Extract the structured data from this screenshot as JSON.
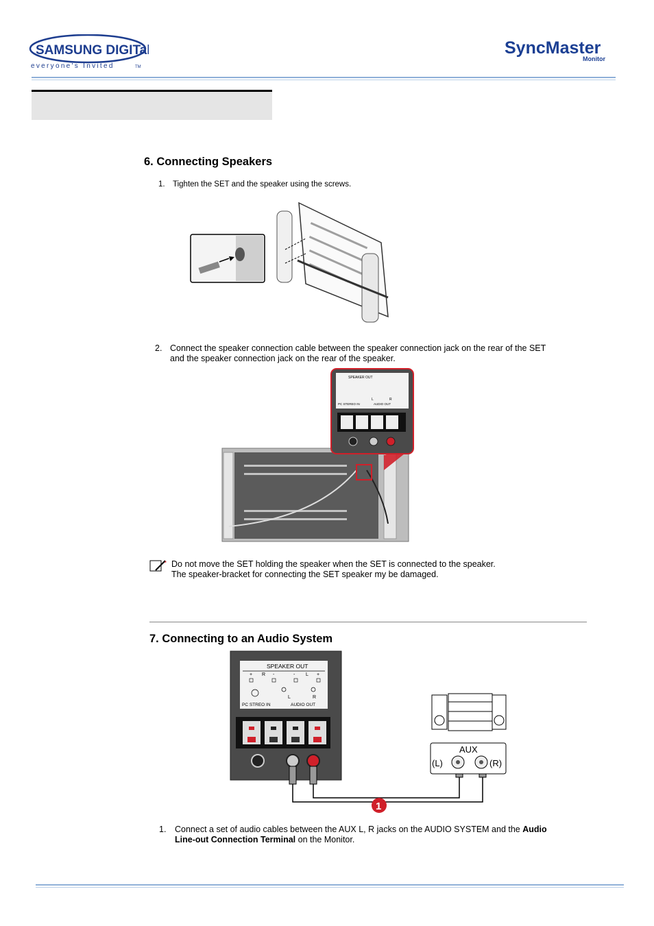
{
  "header": {
    "samsung_logo": "SAMSUNG DIGITall",
    "samsung_tagline": "everyone's Invited",
    "samsung_tm": "TM",
    "syncmaster_logo": "SyncMaster",
    "syncmaster_sub": "Monitor"
  },
  "section6": {
    "heading": "6. Connecting Speakers",
    "step1_num": "1.",
    "step1_text": "Tighten the SET and the speaker using the screws.",
    "step2_num": "2.",
    "step2_line1": "Connect the speaker connection cable between the speaker connection jack on the rear of the SET",
    "step2_line2": "and the speaker connection jack on the rear of the speaker.",
    "panel_speaker_out": "SPEAKER OUT",
    "panel_pc_stereo": "PC STEREO IN",
    "panel_audio_out": "AUDIO OUT",
    "panel_l": "L",
    "panel_r": "R",
    "note_line1": "Do not move the SET holding the speaker when the SET is connected to the speaker.",
    "note_line2": "The speaker-bracket for connecting the SET speaker my be damaged."
  },
  "section7": {
    "heading": "7. Connecting to an Audio System",
    "panel_speaker_out": "SPEAKER OUT",
    "panel_signs": [
      "+",
      "R",
      "-",
      "-",
      "L",
      "+"
    ],
    "panel_l": "L",
    "panel_r": "R",
    "panel_pc_stereo": "PC STREO IN",
    "panel_audio_out": "AUDIO OUT",
    "aux_label": "AUX",
    "aux_l": "(L)",
    "aux_r": "(R)",
    "callout": "1",
    "step1_num": "1.",
    "step1_text_a": "Connect a set of audio cables between the AUX L, R jacks on the AUDIO SYSTEM and the ",
    "step1_bold_a": "Audio",
    "step1_bold_b": "Line-out Connection Terminal",
    "step1_text_b": " on the Monitor."
  },
  "colors": {
    "rule_blue": "#8fb0d8",
    "callout_red": "#d0202a",
    "panel_dark": "#4a4a4a",
    "title_bar_gray": "#e5e5e5"
  }
}
